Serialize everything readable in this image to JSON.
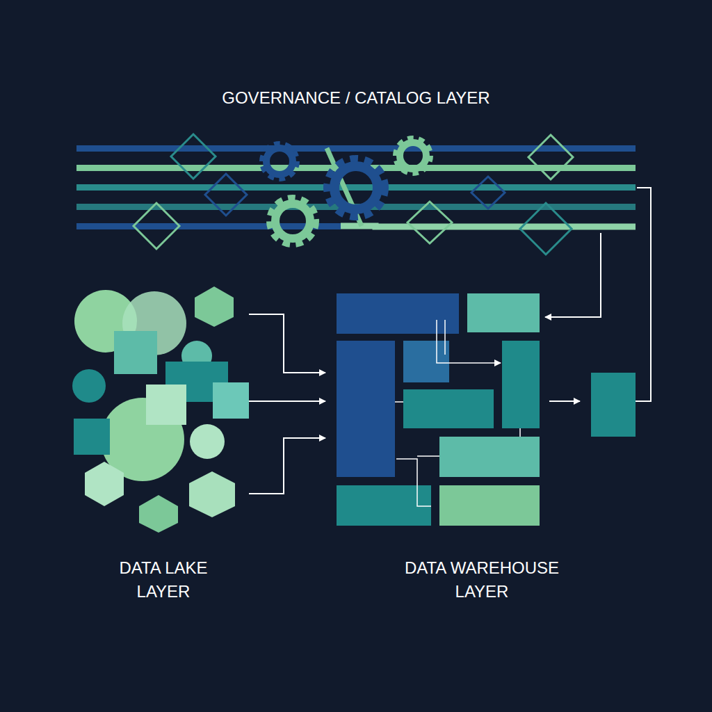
{
  "diagram": {
    "labels": [
      "GOVERNANCE / CATALOG LAYER",
      "DATA LAKE LAYER",
      "DATA WAREHOUSE LAYER"
    ]
  }
}
